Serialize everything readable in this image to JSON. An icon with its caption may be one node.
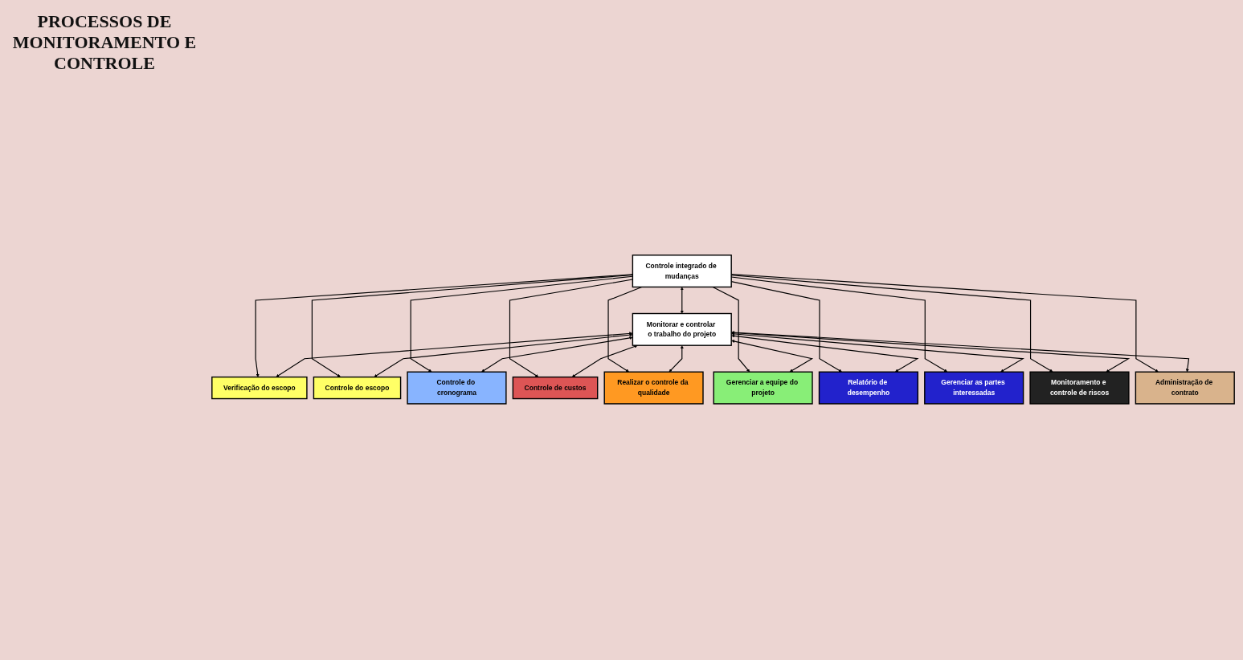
{
  "diagram": {
    "title": "PROCESSOS DE MONITORAMENTO E CONTROLE",
    "nodes": [
      {
        "text": [
          "Controle integrado de mudanças"
        ]
      },
      {
        "text": [
          "Monitorar e controlar o trabalho do projeto"
        ]
      },
      {
        "text": [
          "Verificação do escopo"
        ]
      },
      {
        "text": [
          "Controle do escopo"
        ]
      },
      {
        "text": [
          "Controle do cronograma"
        ]
      },
      {
        "text": [
          "Controle de custos"
        ]
      },
      {
        "text": [
          "Realizar o controle da qualidade"
        ]
      },
      {
        "text": [
          "Gerenciar a equipe do projeto"
        ]
      },
      {
        "text": [
          "Relatório de desempenho"
        ]
      },
      {
        "text": [
          "Gerenciar as partes interessadas"
        ]
      },
      {
        "text": [
          "Monitoramento e controle de riscos"
        ]
      },
      {
        "text": [
          "Administração de contrato"
        ]
      }
    ],
    "edges": [
      {
        "from": 0,
        "to": 1,
        "arrow": "both"
      },
      {
        "from": 0,
        "to": 2,
        "arrow": "to"
      },
      {
        "from": 0,
        "to": 3,
        "arrow": "to"
      },
      {
        "from": 0,
        "to": 4,
        "arrow": "to"
      },
      {
        "from": 0,
        "to": 5,
        "arrow": "to"
      },
      {
        "from": 0,
        "to": 6,
        "arrow": "to"
      },
      {
        "from": 0,
        "to": 7,
        "arrow": "to"
      },
      {
        "from": 0,
        "to": 8,
        "arrow": "to"
      },
      {
        "from": 0,
        "to": 9,
        "arrow": "to"
      },
      {
        "from": 0,
        "to": 10,
        "arrow": "to"
      },
      {
        "from": 0,
        "to": 11,
        "arrow": "to"
      },
      {
        "from": 1,
        "to": 2,
        "arrow": "both"
      },
      {
        "from": 1,
        "to": 3,
        "arrow": "both"
      },
      {
        "from": 1,
        "to": 4,
        "arrow": "both"
      },
      {
        "from": 1,
        "to": 5,
        "arrow": "both"
      },
      {
        "from": 1,
        "to": 6,
        "arrow": "both"
      },
      {
        "from": 1,
        "to": 7,
        "arrow": "both"
      },
      {
        "from": 1,
        "to": 8,
        "arrow": "both"
      },
      {
        "from": 1,
        "to": 9,
        "arrow": "both"
      },
      {
        "from": 1,
        "to": 10,
        "arrow": "both"
      },
      {
        "from": 1,
        "to": 11,
        "arrow": "both"
      }
    ]
  }
}
